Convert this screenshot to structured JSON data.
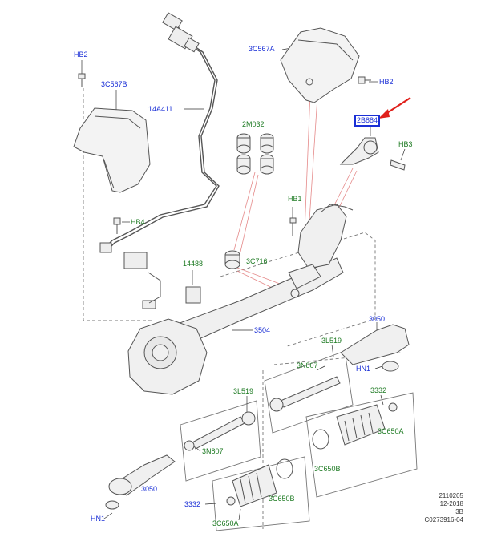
{
  "colors": {
    "blue_label": "#1a2fd6",
    "green_label": "#1d7a22",
    "leader": "#e58a8a",
    "arrow": "#e0201b",
    "part": "#555555"
  },
  "labels": {
    "hb2_left": "HB2",
    "c3c567b": "3C567B",
    "c14a411": "14A411",
    "c3c567a": "3C567A",
    "hb2_right": "HB2",
    "c2b884": "2B884",
    "c2m032": "2M032",
    "hb3": "HB3",
    "hb1": "HB1",
    "hb4": "HB4",
    "c3c716": "3C716",
    "c14488": "14488",
    "c3504": "3504",
    "c3050_right": "3050",
    "c3l519_right": "3L519",
    "c3n807_right": "3N807",
    "hn1_right": "HN1",
    "c3332_right": "3332",
    "c3l519_left": "3L519",
    "c3c650a_right": "3C650A",
    "c3c650b_right": "3C650B",
    "c3n807_left": "3N807",
    "c3050_left": "3050",
    "c3332_left": "3332",
    "c3c650b_left": "3C650B",
    "hn1_left": "HN1",
    "c3c650a_left": "3C650A"
  },
  "stamp": {
    "line1": "2110205",
    "line2": "12-2018",
    "line3": "3B",
    "line4": "C0273916-04"
  }
}
